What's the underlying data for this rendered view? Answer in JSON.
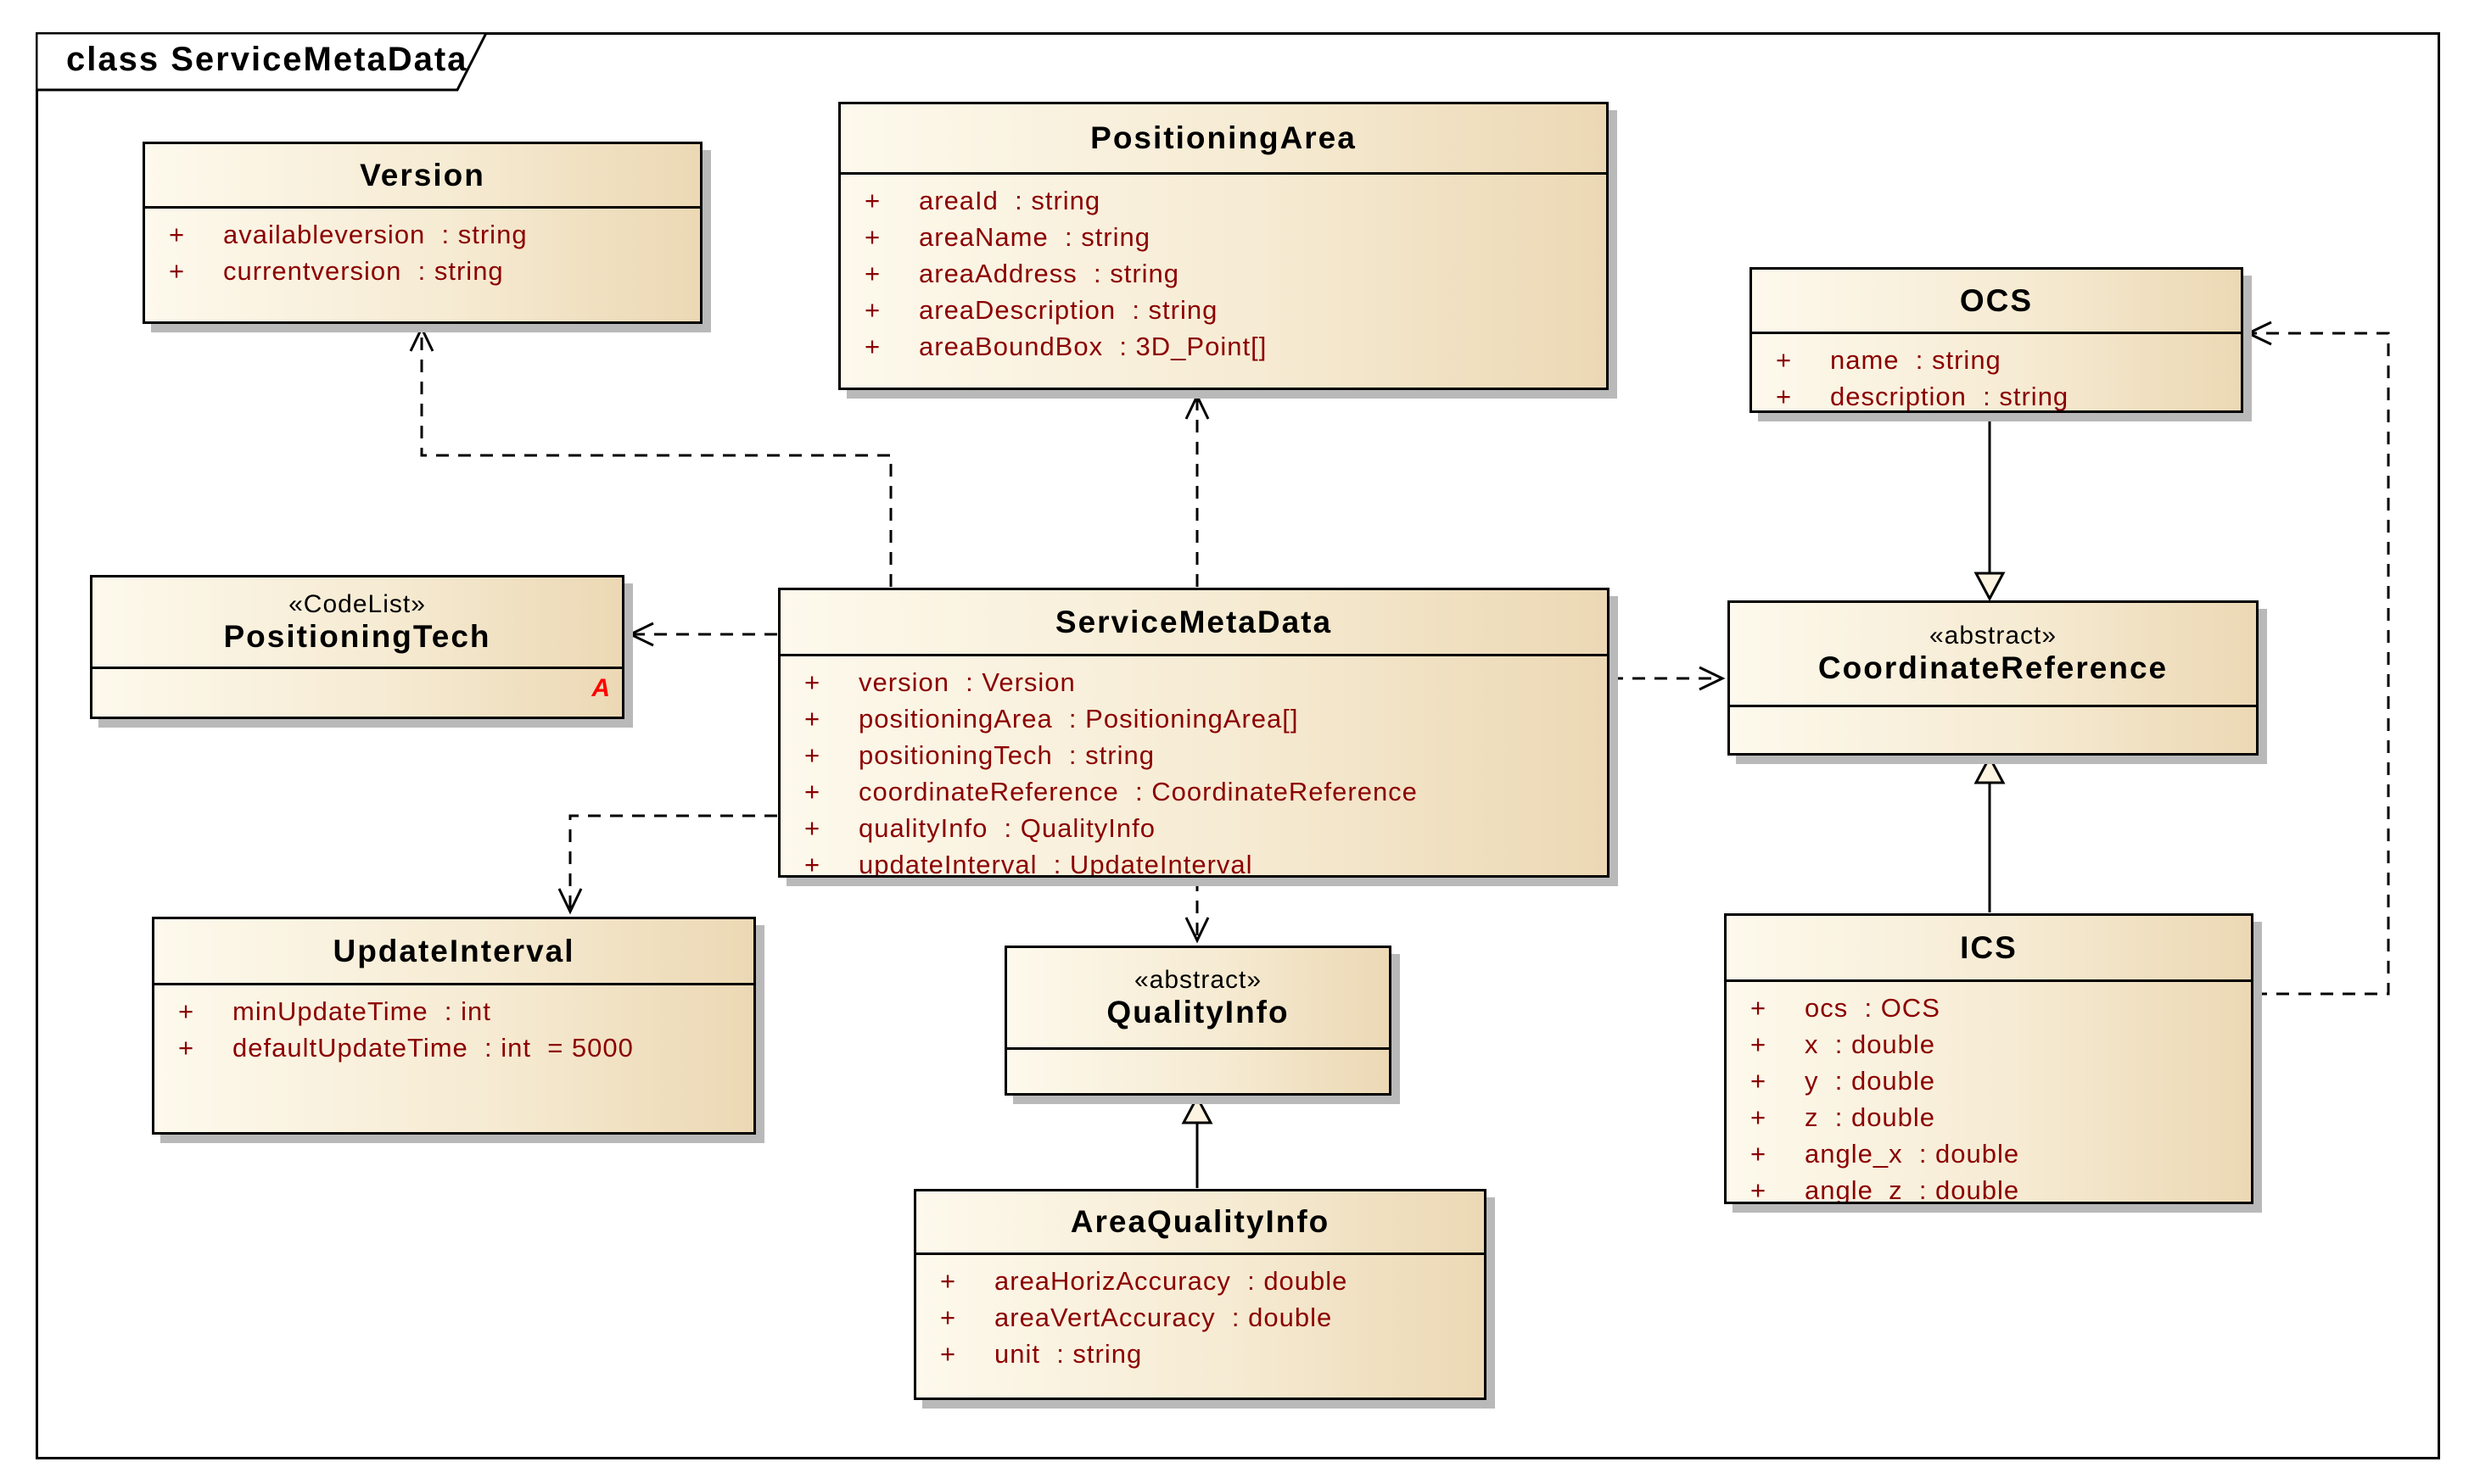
{
  "frame": {
    "title": "class ServiceMetaData"
  },
  "colors": {
    "box_grad_a": "#fdf9ec",
    "box_grad_b": "#ecd8b4",
    "attr_color": "#8b0000",
    "marker_color": "#ff0000",
    "shadow_color": "#b9b9b9",
    "line_color": "#000000"
  },
  "classes": {
    "version": {
      "name": "Version",
      "attributes": [
        {
          "vis": "+",
          "text": "availableversion  : string"
        },
        {
          "vis": "+",
          "text": "currentversion  : string"
        }
      ]
    },
    "positioning_area": {
      "name": "PositioningArea",
      "attributes": [
        {
          "vis": "+",
          "text": "areaId  : string"
        },
        {
          "vis": "+",
          "text": "areaName  : string"
        },
        {
          "vis": "+",
          "text": "areaAddress  : string"
        },
        {
          "vis": "+",
          "text": "areaDescription  : string"
        },
        {
          "vis": "+",
          "text": "areaBoundBox  : 3D_Point[]"
        }
      ]
    },
    "ocs": {
      "name": "OCS",
      "attributes": [
        {
          "vis": "+",
          "text": "name  : string"
        },
        {
          "vis": "+",
          "text": "description  : string"
        }
      ]
    },
    "positioning_tech": {
      "stereotype": "«CodeList»",
      "name": "PositioningTech",
      "marker": "A",
      "attributes": []
    },
    "service_meta_data": {
      "name": "ServiceMetaData",
      "attributes": [
        {
          "vis": "+",
          "text": "version  : Version"
        },
        {
          "vis": "+",
          "text": "positioningArea  : PositioningArea[]"
        },
        {
          "vis": "+",
          "text": "positioningTech  : string"
        },
        {
          "vis": "+",
          "text": "coordinateReference  : CoordinateReference"
        },
        {
          "vis": "+",
          "text": "qualityInfo  : QualityInfo"
        },
        {
          "vis": "+",
          "text": "updateInterval  : UpdateInterval"
        }
      ]
    },
    "coordinate_reference": {
      "stereotype": "«abstract»",
      "name": "CoordinateReference",
      "attributes": []
    },
    "update_interval": {
      "name": "UpdateInterval",
      "attributes": [
        {
          "vis": "+",
          "text": "minUpdateTime  : int"
        },
        {
          "vis": "+",
          "text": "defaultUpdateTime  : int  = 5000"
        }
      ]
    },
    "quality_info": {
      "stereotype": "«abstract»",
      "name": "QualityInfo",
      "attributes": []
    },
    "ics": {
      "name": "ICS",
      "attributes": [
        {
          "vis": "+",
          "text": "ocs  : OCS"
        },
        {
          "vis": "+",
          "text": "x  : double"
        },
        {
          "vis": "+",
          "text": "y  : double"
        },
        {
          "vis": "+",
          "text": "z  : double"
        },
        {
          "vis": "+",
          "text": "angle_x  : double"
        },
        {
          "vis": "+",
          "text": "angle_z  : double"
        }
      ]
    },
    "area_quality_info": {
      "name": "AreaQualityInfo",
      "attributes": [
        {
          "vis": "+",
          "text": "areaHorizAccuracy  : double"
        },
        {
          "vis": "+",
          "text": "areaVertAccuracy  : double"
        },
        {
          "vis": "+",
          "text": "unit  : string"
        }
      ]
    }
  },
  "relationships": [
    {
      "type": "dependency",
      "from": "ServiceMetaData",
      "to": "Version"
    },
    {
      "type": "dependency",
      "from": "ServiceMetaData",
      "to": "PositioningArea"
    },
    {
      "type": "dependency",
      "from": "ServiceMetaData",
      "to": "PositioningTech"
    },
    {
      "type": "dependency",
      "from": "ServiceMetaData",
      "to": "CoordinateReference"
    },
    {
      "type": "dependency",
      "from": "ServiceMetaData",
      "to": "UpdateInterval"
    },
    {
      "type": "dependency",
      "from": "ServiceMetaData",
      "to": "QualityInfo"
    },
    {
      "type": "generalization",
      "from": "OCS",
      "to": "CoordinateReference"
    },
    {
      "type": "generalization",
      "from": "ICS",
      "to": "CoordinateReference"
    },
    {
      "type": "generalization",
      "from": "AreaQualityInfo",
      "to": "QualityInfo"
    },
    {
      "type": "dependency",
      "from": "ICS",
      "to": "OCS"
    }
  ]
}
